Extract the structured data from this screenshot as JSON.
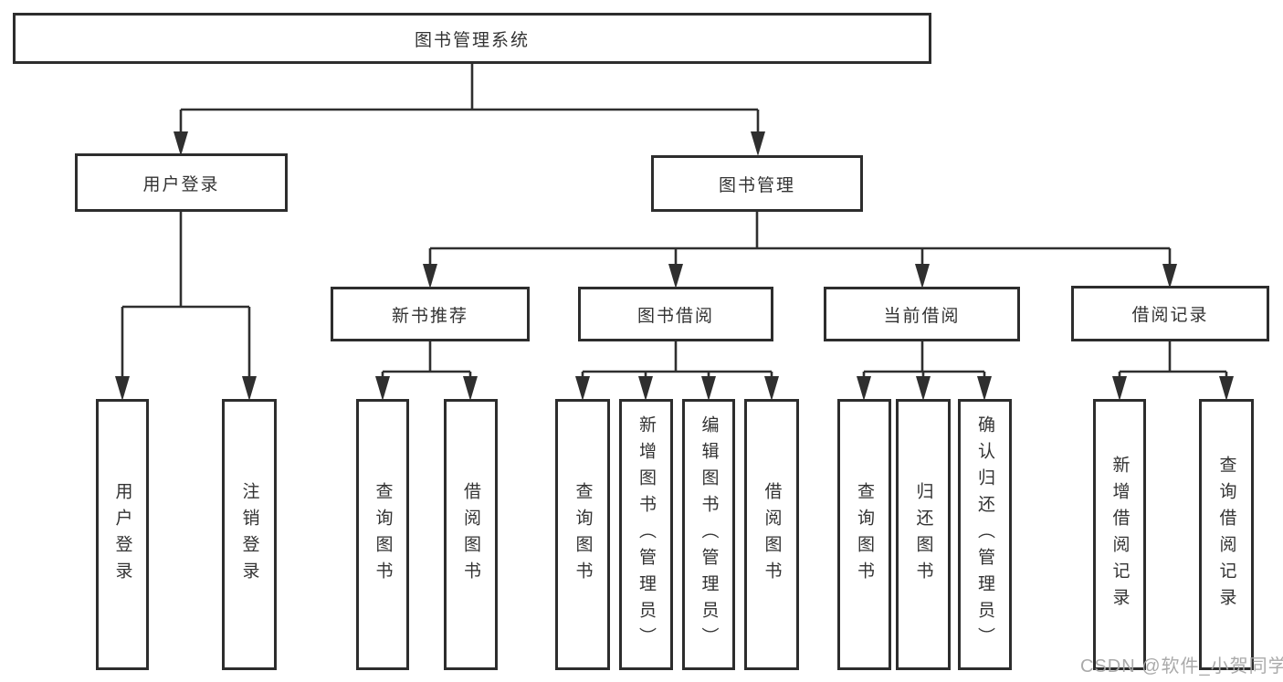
{
  "diagram": {
    "tree": {
      "label": "图书管理系统",
      "children": [
        {
          "label": "用户登录",
          "children": [
            {
              "label": "用户登录"
            },
            {
              "label": "注销登录"
            }
          ]
        },
        {
          "label": "图书管理",
          "children": [
            {
              "label": "新书推荐",
              "children": [
                {
                  "label": "查询图书"
                },
                {
                  "label": "借阅图书"
                }
              ]
            },
            {
              "label": "图书借阅",
              "children": [
                {
                  "label": "查询图书"
                },
                {
                  "label": "新增图书（管理员）"
                },
                {
                  "label": "编辑图书（管理员）"
                },
                {
                  "label": "借阅图书"
                }
              ]
            },
            {
              "label": "当前借阅",
              "children": [
                {
                  "label": "查询图书"
                },
                {
                  "label": "归还图书"
                },
                {
                  "label": "确认归还（管理员）"
                }
              ]
            },
            {
              "label": "借阅记录",
              "children": [
                {
                  "label": "新增借阅记录"
                },
                {
                  "label": "查询借阅记录"
                }
              ]
            }
          ]
        }
      ]
    },
    "watermark": "CSDN @软件_小贺同学",
    "colors": {
      "line": "#2f2f2f",
      "box_border": "#2d2d2d",
      "text": "#333333",
      "watermark": "#a6a6a6",
      "background": "#ffffff"
    }
  }
}
